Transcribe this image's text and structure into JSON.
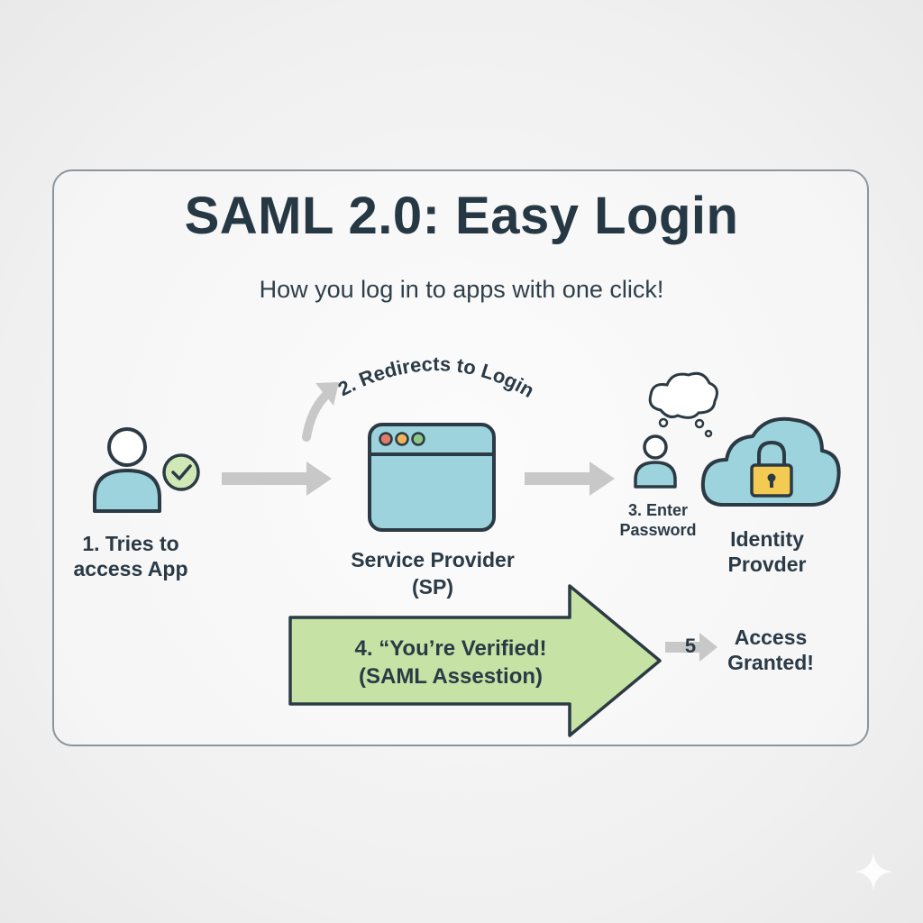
{
  "title": "SAML 2.0: Easy Login",
  "subtitle": "How you log in to apps with one click!",
  "steps": {
    "step1": "1. Tries to access App",
    "step2": "2. Redirects to Login",
    "step3": "3. Enter Password",
    "step4_line1": "4. “You’re Verified!",
    "step4_line2": "(SAML Assestion)",
    "step5_num": "5",
    "step5_label": "Access Granted!"
  },
  "nodes": {
    "sp_line1": "Service Provider",
    "sp_line2": "(SP)",
    "idp": "Identity Provder"
  },
  "icons": [
    "user-icon",
    "check-icon",
    "browser-window-icon",
    "thought-cloud-icon",
    "small-user-icon",
    "cloud-icon",
    "padlock-icon",
    "sparkle-icon"
  ],
  "colors": {
    "teal": "#9dd3dc",
    "outline": "#2b3a44",
    "green_arrow": "#c6e3a5",
    "gray_arrow": "#c8c8c8",
    "dot_red": "#e07a6a",
    "dot_orange": "#f0b35a",
    "dot_green": "#8cc689",
    "lock_gold": "#f3cb52"
  }
}
